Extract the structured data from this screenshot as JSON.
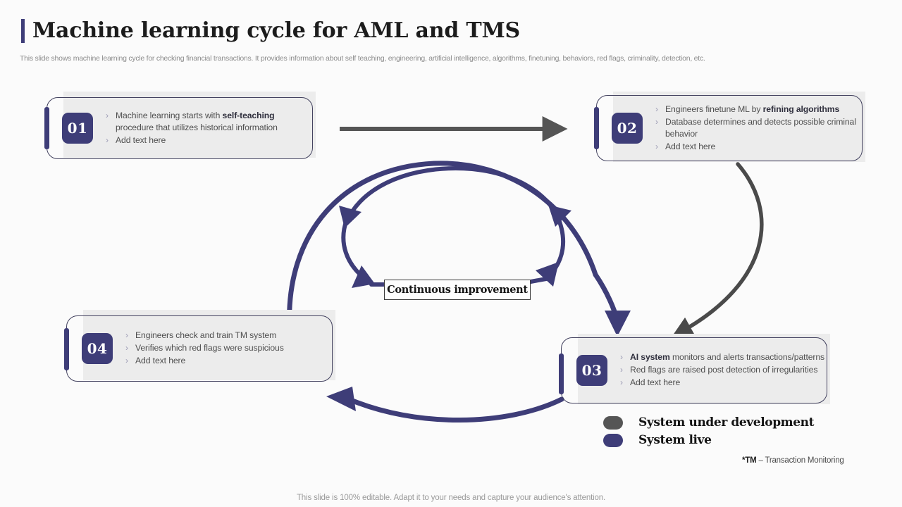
{
  "header": {
    "title": "Machine learning cycle for AML and TMS",
    "subtitle": "This slide shows machine learning cycle for checking financial transactions. It provides information about self teaching, engineering, artificial intelligence, algorithms, finetuning, behaviors, red flags, criminality, detection, etc."
  },
  "colors": {
    "brand_blue": "#3e3d78",
    "gray_arrow": "#555555",
    "card_shadow": "#ececec",
    "card_border": "#43425f",
    "background": "#fbfbfb"
  },
  "cards": [
    {
      "id": "card-01",
      "number": "01",
      "bullets": [
        {
          "prefix": "Machine learning starts with ",
          "bold": "self-teaching",
          "suffix": " procedure that utilizes historical information"
        },
        {
          "prefix": "Add text here",
          "bold": "",
          "suffix": ""
        }
      ]
    },
    {
      "id": "card-02",
      "number": "02",
      "bullets": [
        {
          "prefix": "Engineers finetune ML by ",
          "bold": "refining algorithms",
          "suffix": ""
        },
        {
          "prefix": "Database determines and detects possible criminal behavior",
          "bold": "",
          "suffix": ""
        },
        {
          "prefix": "Add text here",
          "bold": "",
          "suffix": ""
        }
      ]
    },
    {
      "id": "card-03",
      "number": "03",
      "bullets": [
        {
          "prefix": "",
          "bold": "AI system",
          "suffix": " monitors and alerts transactions/patterns"
        },
        {
          "prefix": "Red flags are raised post detection of irregularities",
          "bold": "",
          "suffix": ""
        },
        {
          "prefix": "Add text here",
          "bold": "",
          "suffix": ""
        }
      ]
    },
    {
      "id": "card-04",
      "number": "04",
      "bullets": [
        {
          "prefix": "Engineers check and train TM system",
          "bold": "",
          "suffix": ""
        },
        {
          "prefix": "Verifies which red flags were suspicious",
          "bold": "",
          "suffix": ""
        },
        {
          "prefix": "Add text here",
          "bold": "",
          "suffix": ""
        }
      ]
    }
  ],
  "center_label": "Continuous improvement",
  "legend": {
    "items": [
      {
        "label": "System under development",
        "color": "#555555"
      },
      {
        "label": "System live",
        "color": "#3e3d78"
      }
    ],
    "note_bold": "*TM",
    "note_rest": " – Transaction Monitoring"
  },
  "footer": "This slide is 100% editable. Adapt it to your needs and capture your audience's attention."
}
